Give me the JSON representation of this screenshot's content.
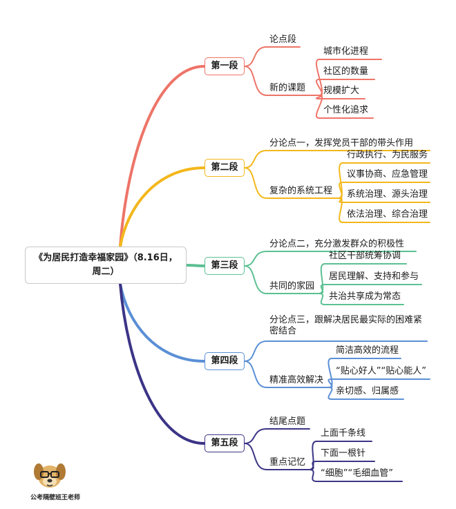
{
  "root": {
    "title": "《为居民打造幸福家园》（8.16日，周二）"
  },
  "branches": [
    {
      "label": "第一段",
      "color": "#ee7468",
      "items": [
        {
          "label": "论点段"
        },
        {
          "label": "新的课题",
          "children": [
            "城市化进程",
            "社区的数量",
            "规模扩大",
            "个性化追求"
          ]
        }
      ]
    },
    {
      "label": "第二段",
      "color": "#f3b71b",
      "items": [
        {
          "label": "分论点一，发挥党员干部的带头作用"
        },
        {
          "label": "复杂的系统工程",
          "children": [
            "行政执行、为民服务",
            "议事协商、应急管理",
            "系统治理、源头治理",
            "依法治理、综合治理"
          ]
        }
      ]
    },
    {
      "label": "第三段",
      "color": "#5bc093",
      "items": [
        {
          "label": "分论点二，充分激发群众的积极性"
        },
        {
          "label": "共同的家园",
          "children": [
            "社区干部统筹协调",
            "居民理解、支持和参与",
            "共治共享成为常态"
          ]
        }
      ]
    },
    {
      "label": "第四段",
      "color": "#5a8fd6",
      "items": [
        {
          "label": "分论点三，跟解决居民最实际的困难紧密结合"
        },
        {
          "label": "精准高效解决",
          "children": [
            "简洁高效的流程",
            "“贴心好人”“贴心能人”",
            "亲切感、归属感"
          ]
        }
      ]
    },
    {
      "label": "第五段",
      "color": "#3b3486",
      "items": [
        {
          "label": "结尾点题"
        },
        {
          "label": "重点记忆",
          "children": [
            "上面千条线",
            "下面一根针",
            "“细胞”“毛细血管”"
          ]
        }
      ]
    }
  ],
  "watermark": {
    "caption": "公考隔壁班王老师"
  }
}
